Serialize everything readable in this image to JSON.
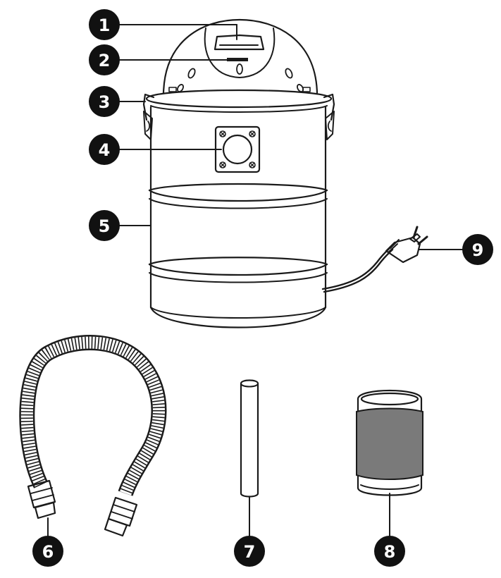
{
  "colors": {
    "ink": "#1a1a1a",
    "badge_fill": "#111111",
    "badge_text": "#ffffff",
    "filter_sleeve": "#7a7a7a",
    "background": "#ffffff"
  },
  "callouts": [
    {
      "number": "1"
    },
    {
      "number": "2"
    },
    {
      "number": "3"
    },
    {
      "number": "4"
    },
    {
      "number": "5"
    },
    {
      "number": "6"
    },
    {
      "number": "7"
    },
    {
      "number": "8"
    },
    {
      "number": "9"
    }
  ]
}
